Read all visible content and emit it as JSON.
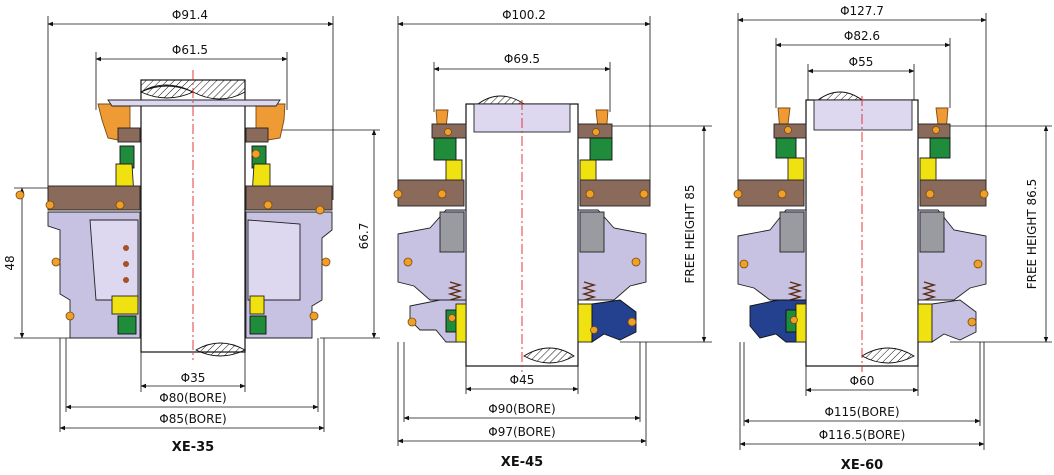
{
  "seals": [
    {
      "model": "XE-35",
      "dims": {
        "outer_top": "Φ91.4",
        "inner_top": "Φ61.5",
        "left_height": "48",
        "right_height": "66.7",
        "shaft": "Φ35",
        "bore_inner": "Φ80(BORE)",
        "bore_outer": "Φ85(BORE)"
      }
    },
    {
      "model": "XE-45",
      "dims": {
        "outer_top": "Φ100.2",
        "inner_top": "Φ69.5",
        "free_height": "FREE  HEIGHT  85",
        "shaft": "Φ45",
        "bore_inner": "Φ90(BORE)",
        "bore_outer": "Φ97(BORE)"
      }
    },
    {
      "model": "XE-60",
      "dims": {
        "outer_top": "Φ127.7",
        "mid_top": "Φ82.6",
        "inner_top": "Φ55",
        "free_height": "FREE  HEIGHT  86.5",
        "shaft": "Φ60",
        "bore_inner": "Φ115(BORE)",
        "bore_outer": "Φ116.5(BORE)"
      }
    }
  ],
  "colors": {
    "flange": "#8a6a5b",
    "sleeve": "#c7c1e2",
    "o_ring": "#1f8c3b",
    "seal_face": "#f0e210",
    "gland_ring": "#ee9a35",
    "xe60_housing": "#23418e",
    "centerline": "#e0262a"
  }
}
